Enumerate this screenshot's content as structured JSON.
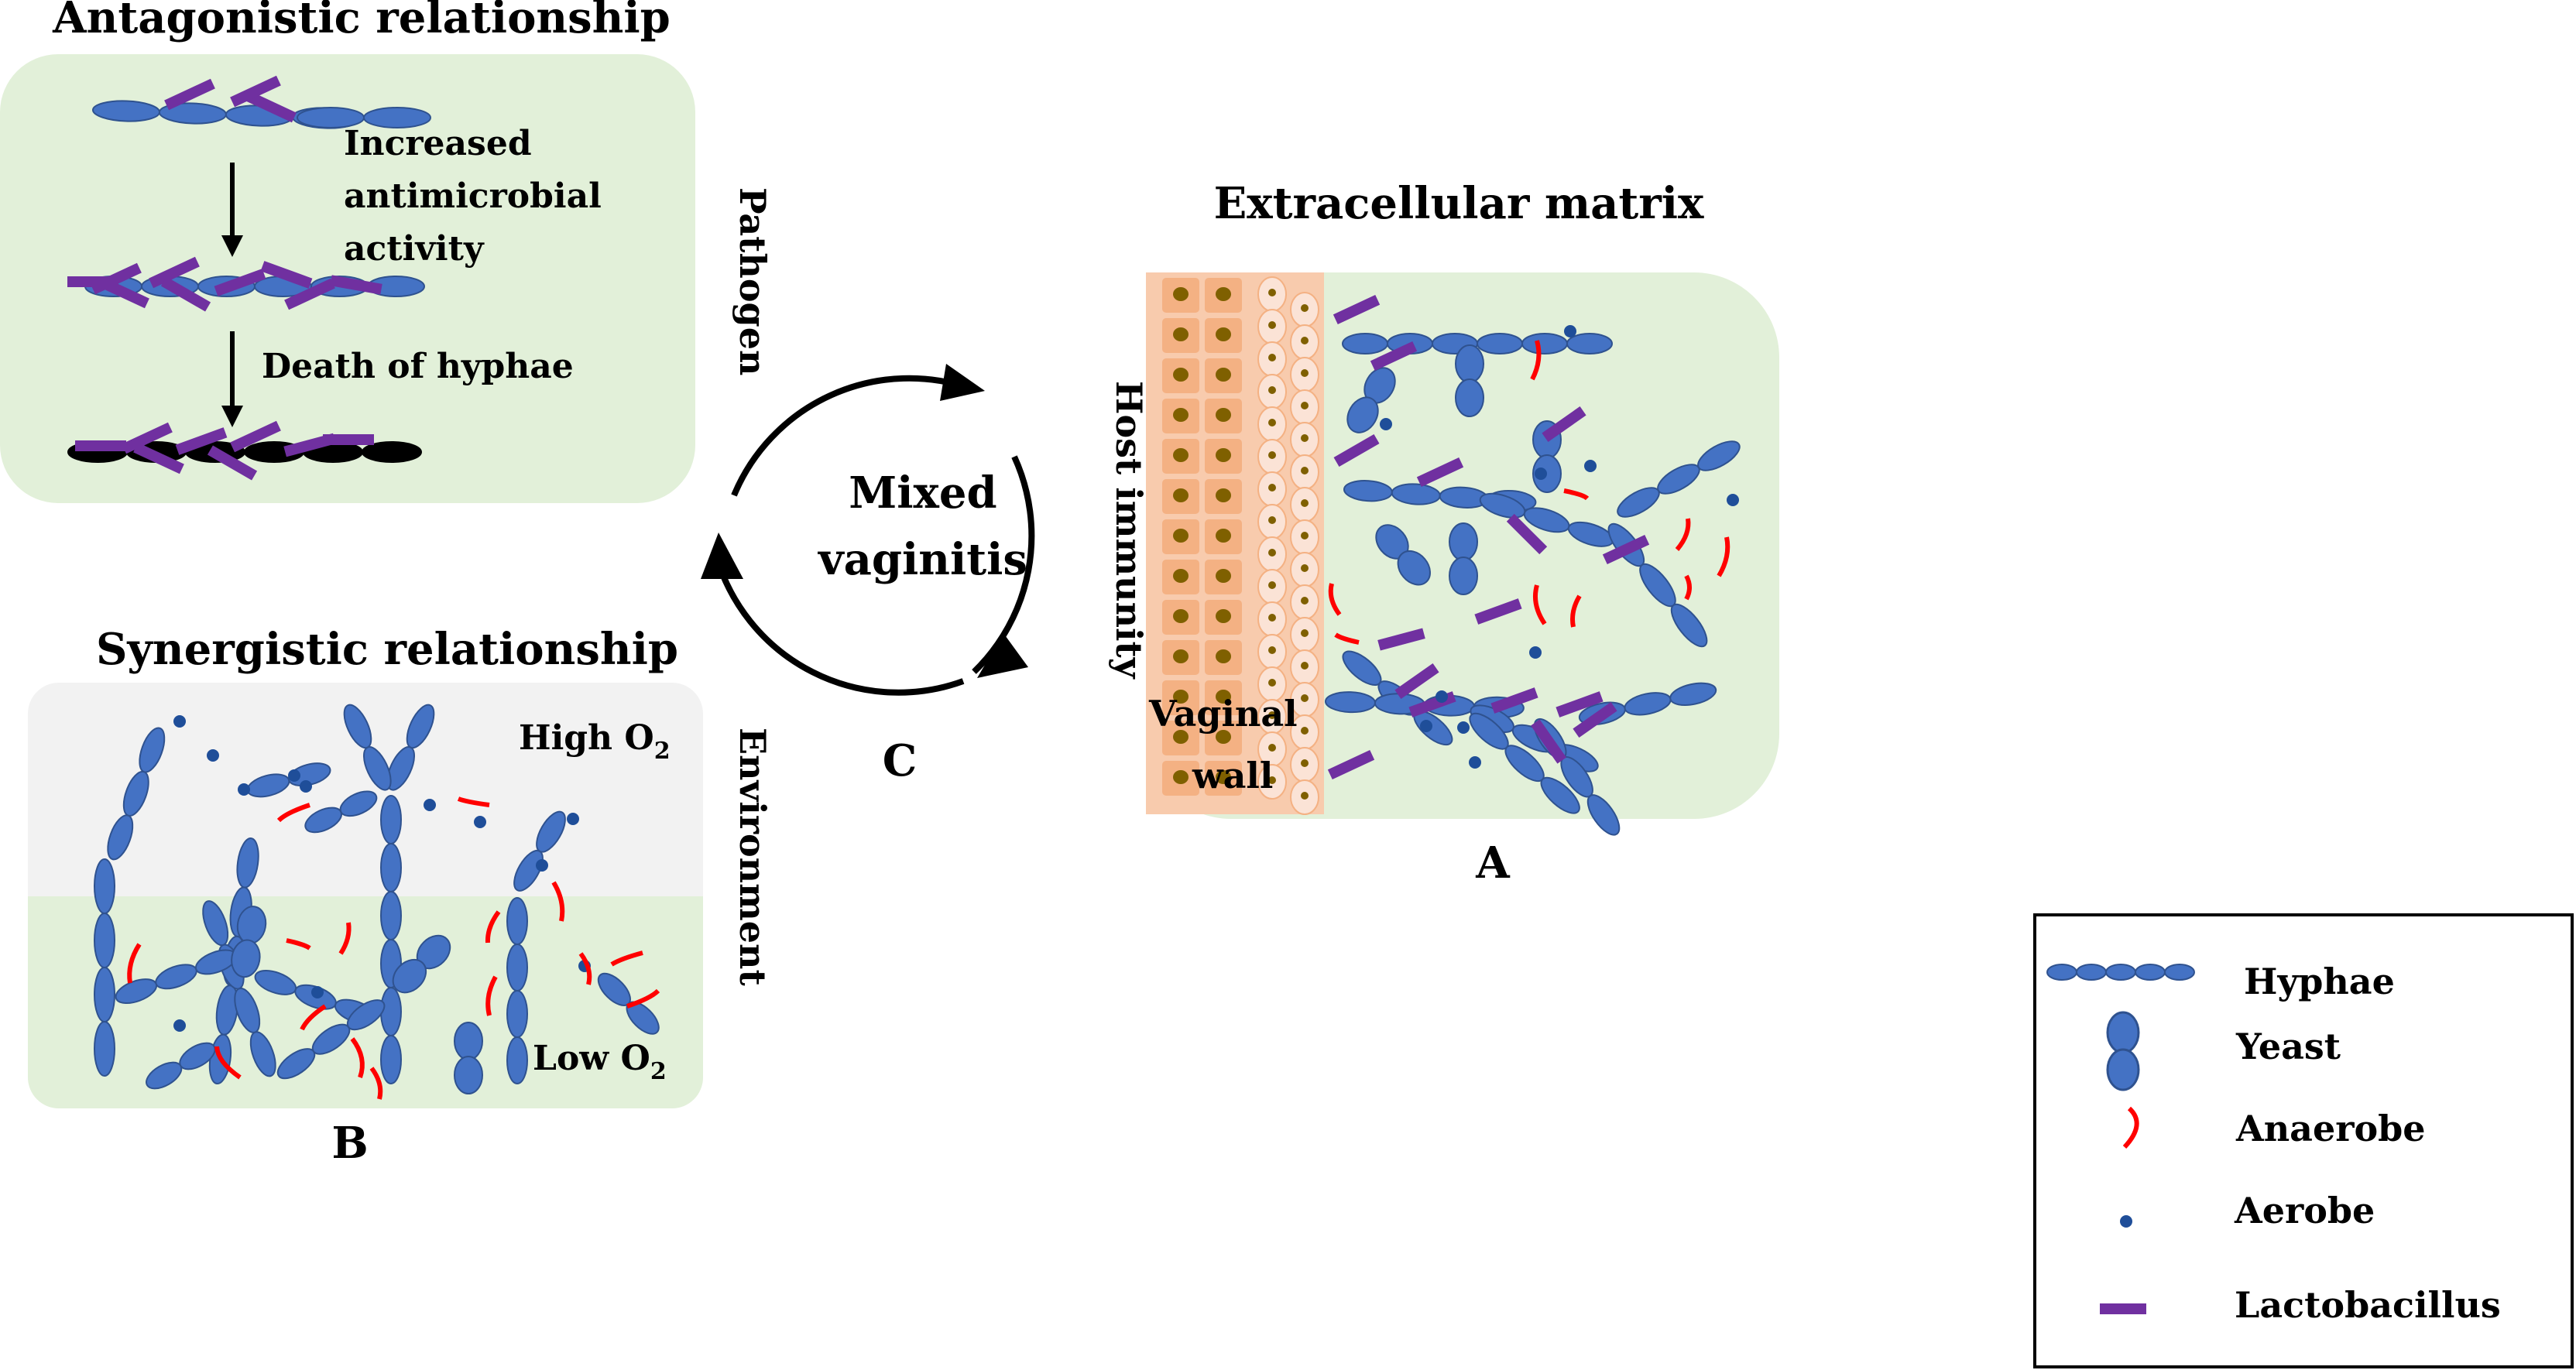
{
  "colors": {
    "hyphae": "#4472C4",
    "hyphae_stroke": "#2F528F",
    "lactobacillus": "#7030A0",
    "anaerobe": "#FF0000",
    "aerobe": "#1F4E99",
    "panel_green": "#E2F0D9",
    "panel_gray": "#F2F2F2",
    "tissue": "#F8CBAD",
    "tissue_light": "#FBE3D6",
    "nucleus": "#7F6000",
    "dead_hyphae": "#000000"
  },
  "panel_a": {
    "title": "Extracellular matrix",
    "tissue_label_line1": "Vaginal",
    "tissue_label_line2": "wall",
    "side_label": "Host immunity",
    "letter": "A"
  },
  "panel_antagonistic": {
    "title": "Antagonistic relationship",
    "step1_line1": "Increased",
    "step1_line2": "antimicrobial",
    "step1_line3": "activity",
    "step2": "Death of hyphae"
  },
  "panel_b": {
    "title": "Synergistic relationship",
    "high_o2": "High O",
    "low_o2": "Low O",
    "o2_subscript": "2",
    "letter": "B"
  },
  "cycle": {
    "center_line1": "Mixed",
    "center_line2": "vaginitis",
    "label_top": "Pathogen",
    "label_bottom": "Environment",
    "letter": "C"
  },
  "legend": {
    "items": [
      {
        "label": "Hyphae",
        "icon": "hyphae-icon"
      },
      {
        "label": "Yeast",
        "icon": "yeast-icon"
      },
      {
        "label": "Anaerobe",
        "icon": "anaerobe-icon"
      },
      {
        "label": "Aerobe",
        "icon": "aerobe-icon"
      },
      {
        "label": "Lactobacillus",
        "icon": "lactobacillus-icon"
      }
    ]
  }
}
